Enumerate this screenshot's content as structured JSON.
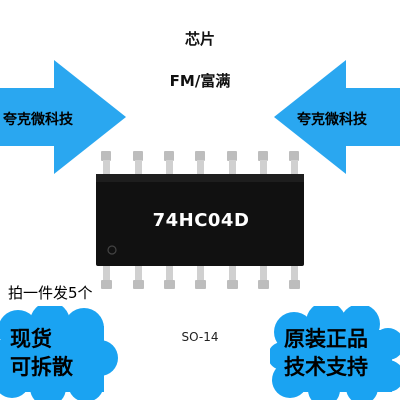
{
  "header": {
    "title": "芯片",
    "brand": "FM/富满"
  },
  "arrows": {
    "left_label": "夸克微科技",
    "right_label": "夸克微科技",
    "color": "#2aa7f0"
  },
  "chip": {
    "part_number": "74HC04D",
    "pin_count": 14,
    "body_color": "#0d0d0d",
    "pin_color": "#c7c7c7"
  },
  "promo": {
    "text": "拍一件发5个"
  },
  "package": {
    "text": "SO-14"
  },
  "clouds": {
    "left": [
      "现货",
      "可拆散"
    ],
    "right": [
      "原装正品",
      "技术支持"
    ],
    "color": "#1aa3f2"
  }
}
